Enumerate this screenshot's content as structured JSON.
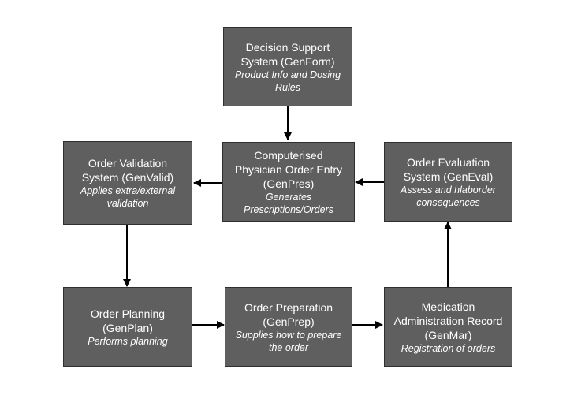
{
  "colors": {
    "node_fill": "#5f5f5f",
    "node_border": "#2f2f2f",
    "node_text": "#ffffff",
    "arrow": "#000000",
    "background": "#ffffff"
  },
  "nodes": {
    "genform": {
      "title": "Decision Support\nSystem (GenForm)",
      "desc": "Product Info and Dosing\nRules"
    },
    "genpres": {
      "title": "Computerised\nPhysician Order Entry\n(GenPres)",
      "desc": "Generates\nPrescriptions/Orders"
    },
    "genvalid": {
      "title": "Order Validation\nSystem (GenValid)",
      "desc": "Applies extra/external\nvalidation"
    },
    "geneval": {
      "title": "Order Evaluation\nSystem (GenEval)",
      "desc": "Assess and hlaborder\nconsequences"
    },
    "genplan": {
      "title": "Order Planning\n(GenPlan)",
      "desc": "Performs planning"
    },
    "genprep": {
      "title": "Order Preparation\n(GenPrep)",
      "desc": "Supplies how to prepare\nthe order"
    },
    "genmar": {
      "title": "Medication\nAdministration Record\n(GenMar)",
      "desc": "Registration of orders"
    }
  },
  "edges": [
    {
      "from": "genform",
      "to": "genpres"
    },
    {
      "from": "genpres",
      "to": "genvalid"
    },
    {
      "from": "geneval",
      "to": "genpres"
    },
    {
      "from": "genvalid",
      "to": "genplan"
    },
    {
      "from": "genplan",
      "to": "genprep"
    },
    {
      "from": "genprep",
      "to": "genmar"
    },
    {
      "from": "genmar",
      "to": "geneval"
    }
  ]
}
